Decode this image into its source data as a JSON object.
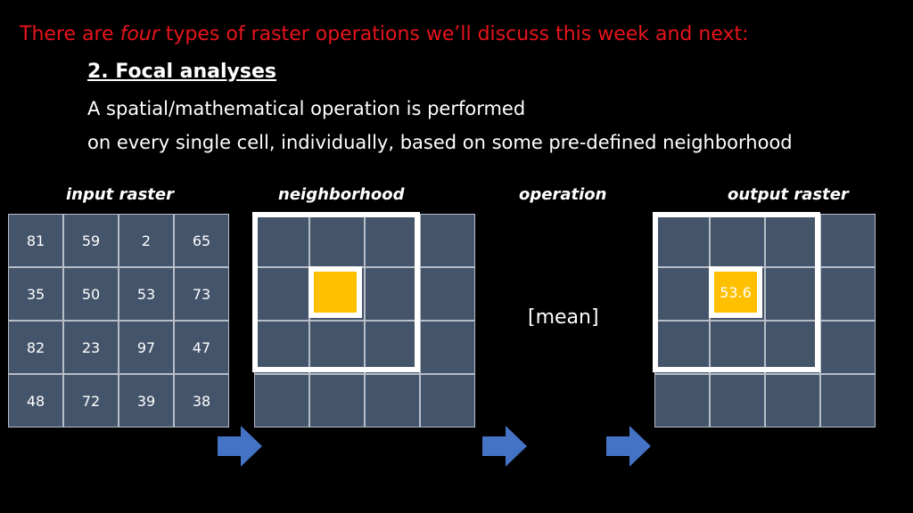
{
  "heading": {
    "pre": "There are ",
    "emph": "four",
    "post": " types of raster operations we’ll discuss this week and next:"
  },
  "subtitle": "2. Focal analyses",
  "description": [
    "A spatial/mathematical operation is performed",
    "on every single cell, individually, based on some pre-defined neighborhood"
  ],
  "labels": {
    "input": "input raster",
    "neighborhood": "neighborhood",
    "operation": "operation",
    "output": "output raster"
  },
  "input_raster": [
    [
      "81",
      "59",
      "2",
      "65"
    ],
    [
      "35",
      "50",
      "53",
      "73"
    ],
    [
      "82",
      "23",
      "97",
      "47"
    ],
    [
      "48",
      "72",
      "39",
      "38"
    ]
  ],
  "operation_name": "[mean]",
  "output_value": "53.6",
  "colors": {
    "title": "#e8141b",
    "cell": "#44546a",
    "highlight": "#ffc000",
    "arrow": "#4472c4",
    "frame": "#ffffff"
  }
}
